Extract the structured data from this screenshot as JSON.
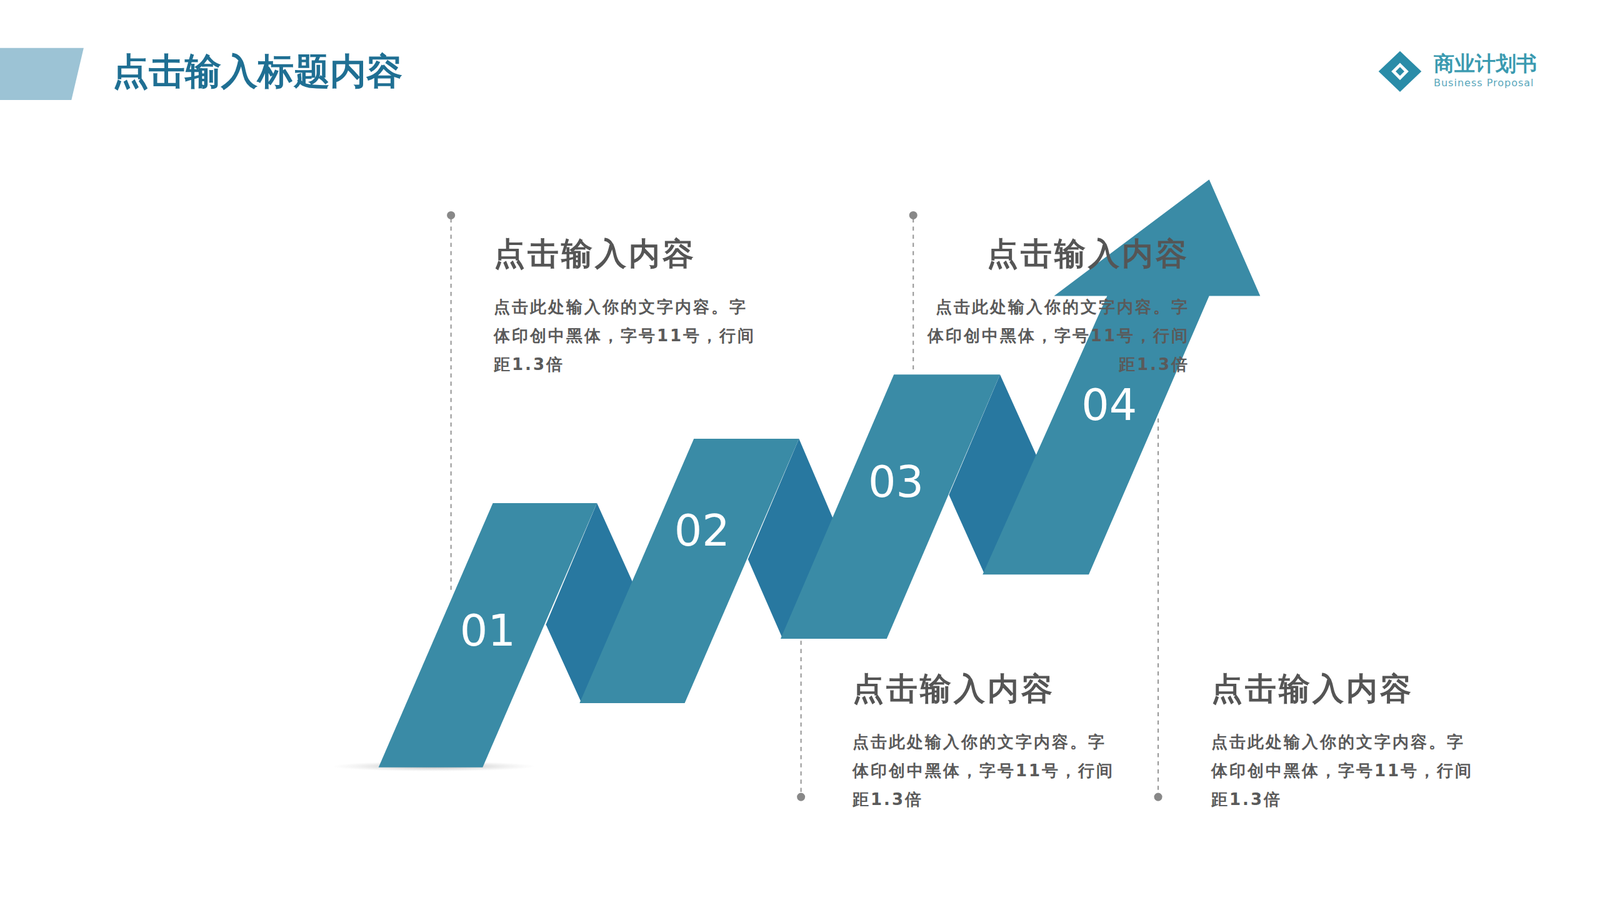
{
  "diagram": {
    "title": "点击输入标题内容",
    "nodes": [
      {
        "text": [
          "01"
        ]
      },
      {
        "text": [
          "02"
        ]
      },
      {
        "text": [
          "03"
        ]
      },
      {
        "text": [
          "04"
        ]
      }
    ],
    "labels": [
      "商业计划书",
      "Business Proposal",
      "点击输入内容",
      "点击此处输入你的文字内容。字 体印创中黑体，字号11号，行间 距1.3倍",
      "点击输入内容",
      "点击此处输入你的文字内容。字 体印创中黑体，字号11号，行间 距1.3倍",
      "点击输入内容",
      "点击此处输入你的文字内容。字 体印创中黑体，字号11号，行间 距1.3倍",
      "点击输入内容",
      "点击此处输入你的文字内容。字 体印创中黑体，字号11号，行间 距1.3倍"
    ]
  }
}
